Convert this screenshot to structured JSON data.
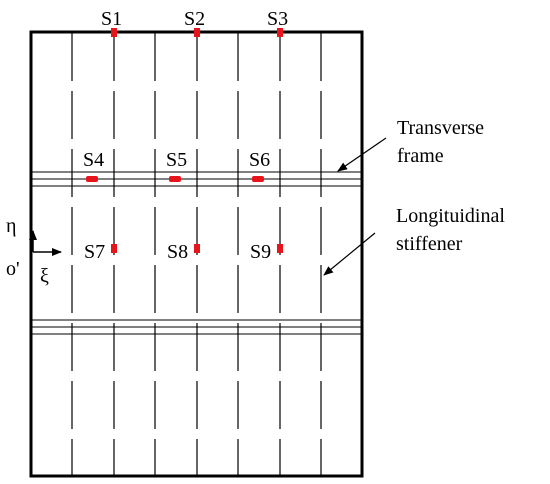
{
  "sensors": {
    "s1": "S1",
    "s2": "S2",
    "s3": "S3",
    "s4": "S4",
    "s5": "S5",
    "s6": "S6",
    "s7": "S7",
    "s8": "S8",
    "s9": "S9"
  },
  "annotations": {
    "transverse_line1": "Transverse",
    "transverse_line2": "frame",
    "longitudinal_line1": "Longituidinal",
    "longitudinal_line2": "stiffener"
  },
  "axes": {
    "eta": "η",
    "xi": "ξ",
    "origin": "o'"
  },
  "colors": {
    "outline": "#000000",
    "sensor_marker": "#e8141c"
  }
}
